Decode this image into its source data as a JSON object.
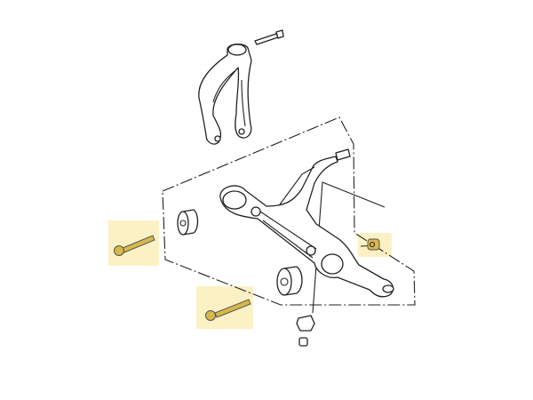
{
  "diagram": {
    "colors": {
      "highlight": "#fbf1c4",
      "line": "#222222",
      "highlighted_part": "#d8b84a",
      "background": "#ffffff"
    },
    "highlighted_parts": [
      "flange-bolt-front",
      "flange-bolt-rear",
      "self-locking-nut"
    ]
  }
}
